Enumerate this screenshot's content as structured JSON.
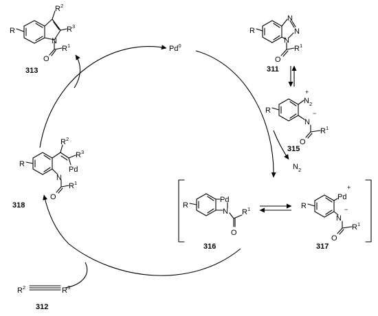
{
  "compounds": {
    "c313": "313",
    "c311": "311",
    "c315": "315",
    "c316": "316",
    "c317": "317",
    "c318": "318",
    "c312": "312"
  },
  "atoms": {
    "R": "R",
    "R1": "R",
    "R1_sup": "1",
    "R2": "R",
    "R2_sup": "2",
    "R3": "R",
    "R3_sup": "3",
    "N": "N",
    "O": "O",
    "Pd": "Pd",
    "Pd0": "Pd",
    "Pd0_sup": "0",
    "N2_charge": "+",
    "minus": "−",
    "plus": "+"
  },
  "byproduct": {
    "label": "N",
    "sub": "2"
  }
}
